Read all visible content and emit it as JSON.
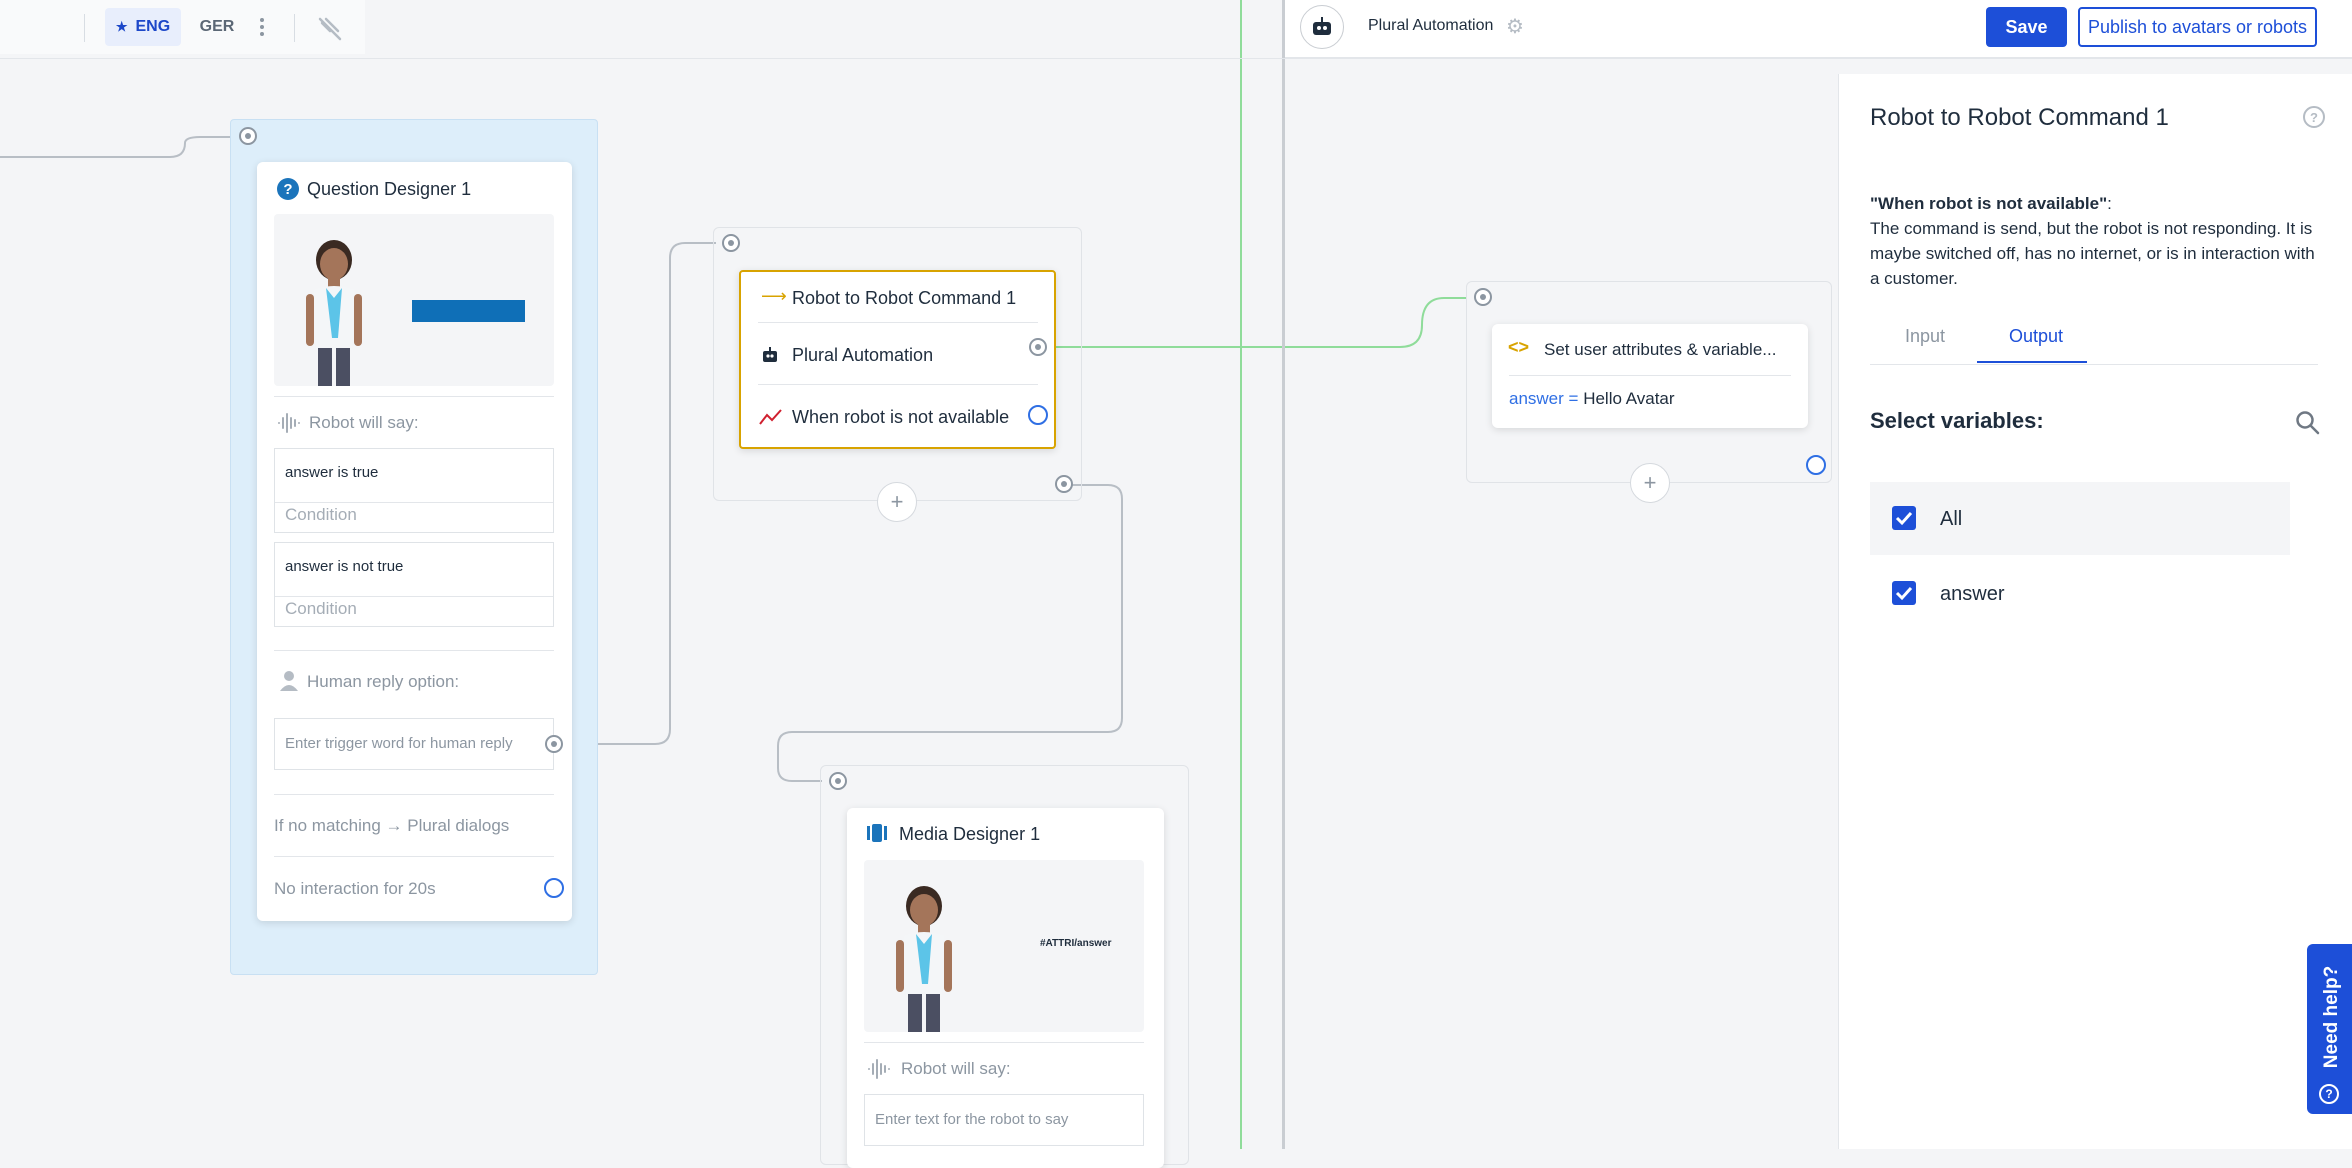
{
  "toolbar": {
    "languages": [
      {
        "code": "ENG",
        "active": true
      },
      {
        "code": "GER",
        "active": false
      }
    ]
  },
  "header": {
    "flow_name": "Plural Automation",
    "save_label": "Save",
    "publish_label": "Publish to avatars or robots"
  },
  "question_designer": {
    "title": "Question Designer 1",
    "robot_will_say": "Robot will say:",
    "options": [
      {
        "variable": "answer",
        "text": " is true",
        "condition_placeholder": "Condition"
      },
      {
        "variable": "answer",
        "text": " is not true",
        "condition_placeholder": "Condition"
      }
    ],
    "human_reply_label": "Human reply option:",
    "trigger_placeholder": "Enter trigger word for human reply",
    "no_match": "If no matching → Plural dialogs",
    "no_interaction": "No interaction for 20s"
  },
  "robot_command": {
    "title": "Robot to Robot Command 1",
    "target": "Plural Automation",
    "fallback": "When robot is not available"
  },
  "set_attributes": {
    "title": "Set user attributes & variable...",
    "variable": "answer",
    "equals": " = ",
    "value": "Hello Avatar"
  },
  "media_designer": {
    "title": "Media Designer 1",
    "attribute_tag": "#ATTRI/answer",
    "robot_will_say": "Robot will say:",
    "text_placeholder": "Enter text for the robot to say"
  },
  "panel": {
    "title": "Robot to Robot Command 1",
    "desc_title": "\"When robot is not available\"",
    "desc_colon": ":",
    "desc_body": "The command is send, but the robot is not responding. It is maybe switched off, has no internet, or is in interaction with a customer.",
    "tabs": [
      {
        "label": "Input",
        "active": false
      },
      {
        "label": "Output",
        "active": true
      }
    ],
    "select_title": "Select variables:",
    "variables": [
      {
        "label": "All",
        "checked": true
      },
      {
        "label": "answer",
        "checked": true
      }
    ]
  },
  "help": {
    "label": "Need help?"
  },
  "colors": {
    "primary": "#1d4fd8",
    "accent": "#d8a300",
    "edge": "#8fdc9a",
    "selection": "#ddeefa"
  }
}
